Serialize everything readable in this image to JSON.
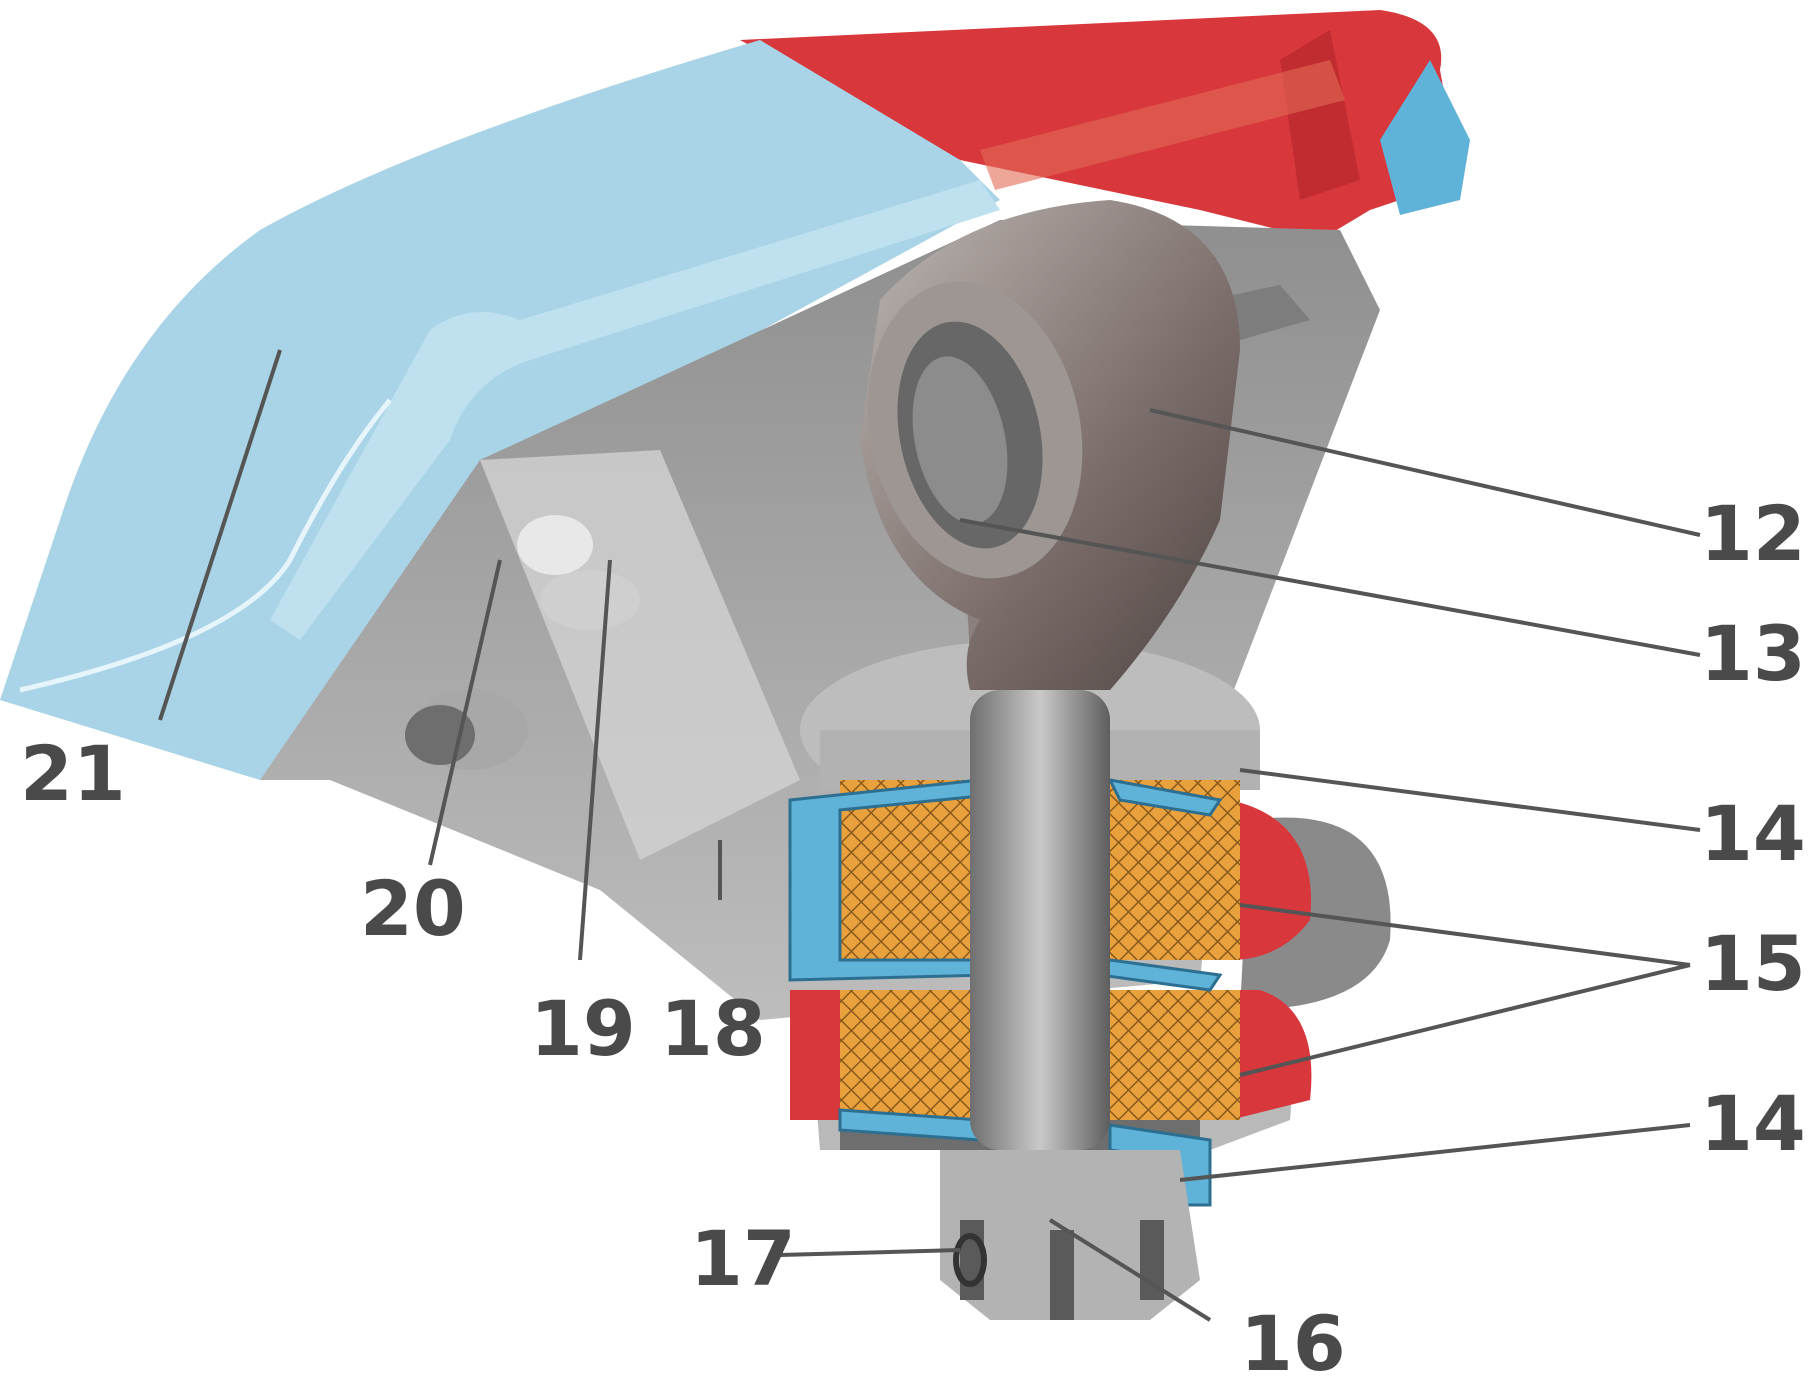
{
  "figure": {
    "labels": {
      "l12": "12",
      "l13": "13",
      "l14a": "14",
      "l15": "15",
      "l14b": "14",
      "l16": "16",
      "l17": "17",
      "l18": "18",
      "l19": "19",
      "l20": "20",
      "l21": "21"
    },
    "colors": {
      "body_blue": "#a9d3e6",
      "body_red": "#d8373c",
      "steel": "#9a9a9a",
      "steel_dark": "#6e6e6e",
      "cushion_orange": "#e9a13e",
      "washer_blue": "#5fb2d8"
    }
  }
}
